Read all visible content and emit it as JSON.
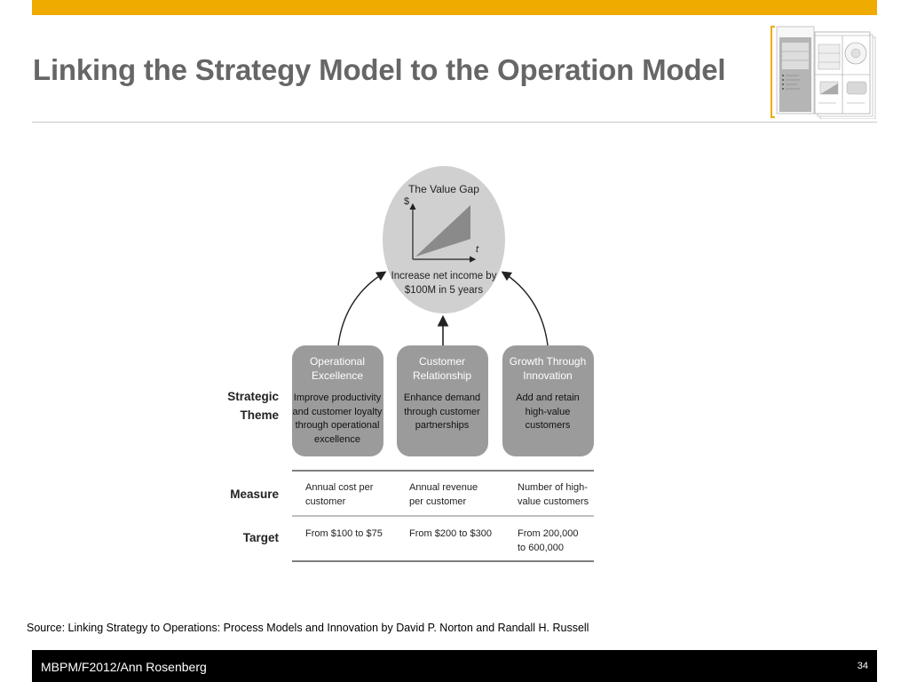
{
  "slide": {
    "title": "Linking the Strategy Model to the Operation Model",
    "source": "Source: Linking Strategy to Operations: Process Models and Innovation by David P. Norton and Randall H. Russell",
    "footer_author": "MBPM/F2012/Ann Rosenberg",
    "page_number": "34"
  },
  "colors": {
    "accent_bar": "#f0ab00",
    "title_text": "#666666",
    "theme_box": "#9b9b9b",
    "value_circle": "#d0d0d0",
    "footer_bg": "#000000"
  },
  "diagram": {
    "value_gap": {
      "title": "The Value Gap",
      "y_axis": "$",
      "x_axis": "t",
      "caption_line1": "Increase net income by",
      "caption_line2": "$100M in 5 years"
    },
    "row_labels": {
      "strategic_line1": "Strategic",
      "strategic_line2": "Theme",
      "measure": "Measure",
      "target": "Target"
    },
    "themes": [
      {
        "title": [
          "Operational",
          "Excellence"
        ],
        "body": [
          "Improve productivity",
          "and customer loyalty",
          "through operational",
          "excellence"
        ],
        "measure": [
          "Annual cost per",
          "customer"
        ],
        "target": [
          "From $100 to $75"
        ]
      },
      {
        "title": [
          "Customer",
          "Relationship"
        ],
        "body": [
          "Enhance demand",
          "through customer",
          "partnerships"
        ],
        "measure": [
          "Annual revenue",
          "per customer"
        ],
        "target": [
          "From $200 to $300"
        ]
      },
      {
        "title": [
          "Growth Through",
          "Innovation"
        ],
        "body": [
          "Add and retain",
          "high-value",
          "customers"
        ],
        "measure": [
          "Number of high-",
          "value customers"
        ],
        "target": [
          "From 200,000",
          "to 600,000"
        ]
      }
    ]
  }
}
